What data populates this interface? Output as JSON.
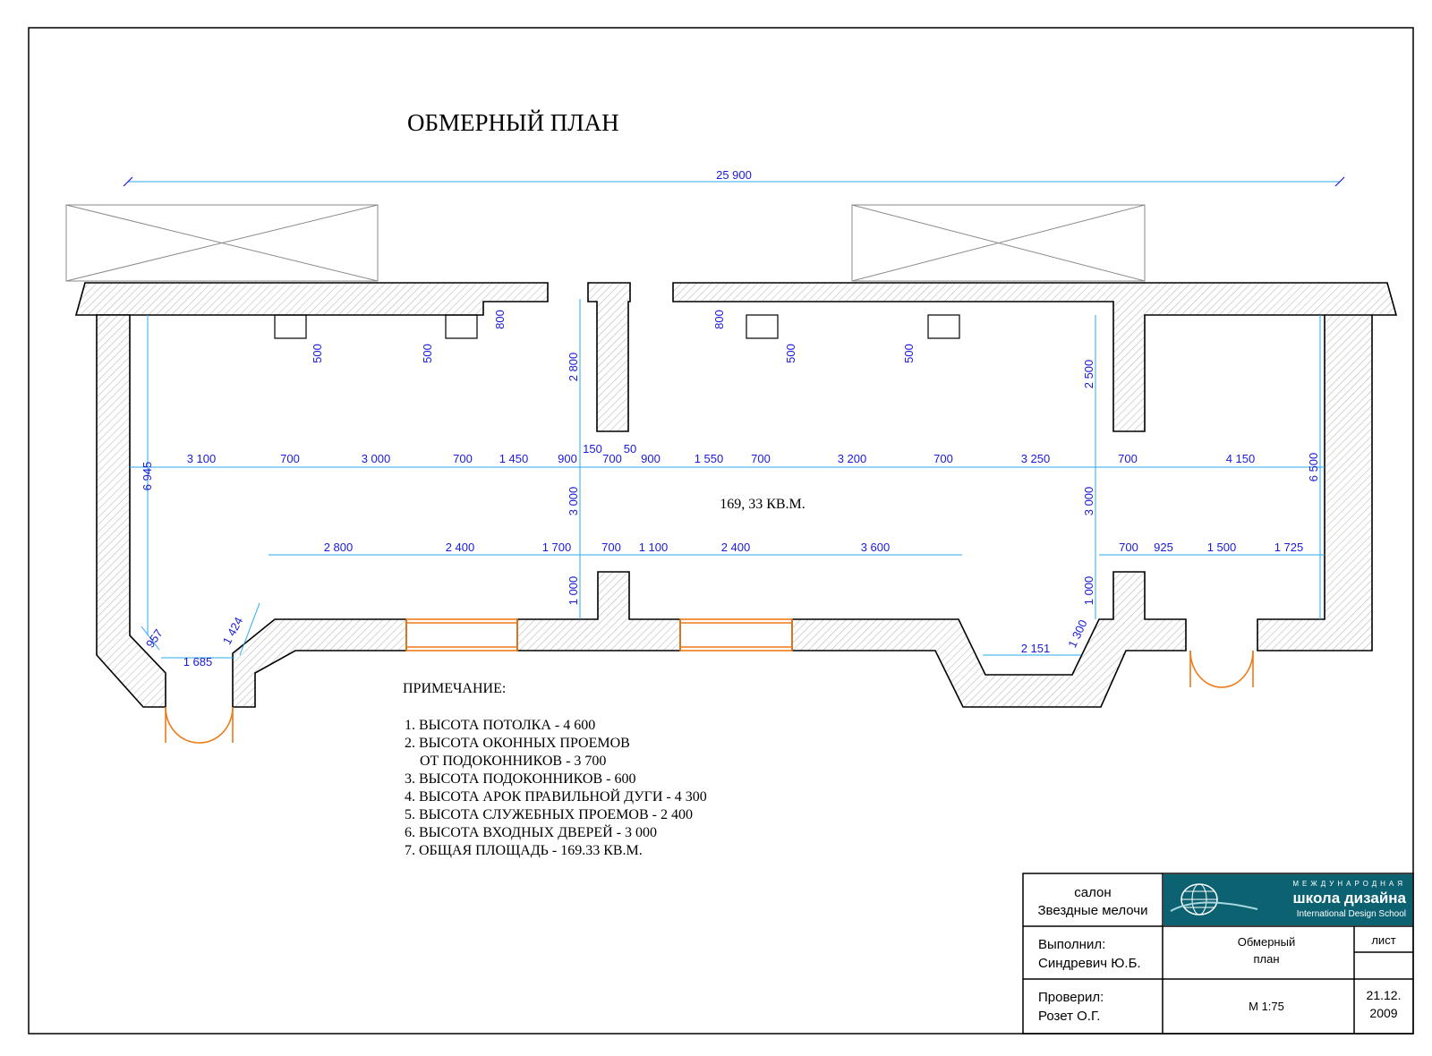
{
  "title": "ОБМЕРНЫЙ ПЛАН",
  "overall_dimension": "25 900",
  "area_label": "169, 33 КВ.М.",
  "notes": {
    "heading": "ПРИМЕЧАНИЕ:",
    "items": [
      "1. ВЫСОТА ПОТОЛКА - 4 600",
      "2. ВЫСОТА ОКОННЫХ ПРОЕМОВ",
      "ОТ ПОДОКОННИКОВ - 3 700",
      "3. ВЫСОТА ПОДОКОННИКОВ - 600",
      "4. ВЫСОТА АРОК ПРАВИЛЬНОЙ ДУГИ - 4 300",
      "5. ВЫСОТА СЛУЖЕБНЫХ ПРОЕМОВ - 2 400",
      "6. ВЫСОТА ВХОДНЫХ ДВЕРЕЙ - 3 000",
      "7. ОБЩАЯ ПЛОЩАДЬ - 169.33 КВ.М."
    ]
  },
  "dimensions": {
    "upper_chain": [
      "3 100",
      "700",
      "3 000",
      "700",
      "1 450",
      "900",
      "150",
      "700",
      "50",
      "900",
      "1 550",
      "700",
      "3 200",
      "700",
      "3 250",
      "700",
      "4 150"
    ],
    "lower_chain": [
      "2 800",
      "2 400",
      "1 700",
      "700",
      "1 100",
      "2 400",
      "3 600",
      "700",
      "925",
      "1 500",
      "1 725"
    ],
    "vertical": [
      "6 945",
      "2 800",
      "3 000",
      "1 000",
      "2 500",
      "3 000",
      "1 000",
      "6 500"
    ],
    "small": [
      "500",
      "500",
      "800",
      "800",
      "500",
      "500",
      "957",
      "1 424",
      "1 685",
      "1 300",
      "2 151"
    ]
  },
  "title_block": {
    "project_line1": "салон",
    "project_line2": "Звездные мелочи",
    "school_top": "МЕЖДУНАРОДНАЯ",
    "school_main": "школа дизайна",
    "school_en": "International Design School",
    "performed_label": "Выполнил:",
    "performed_name": "Синдревич Ю.Б.",
    "checked_label": "Проверил:",
    "checked_name": "Розет О.Г.",
    "drawing_name_1": "Обмерный",
    "drawing_name_2": "план",
    "sheet_label": "лист",
    "scale": "М 1:75",
    "date_1": "21.12.",
    "date_2": "2009"
  },
  "colors": {
    "dimension_text": "#1a1ad8",
    "dimension_line": "#2aa8f0",
    "openings": "#ee7a16",
    "logo_bg": "#0d6272"
  }
}
